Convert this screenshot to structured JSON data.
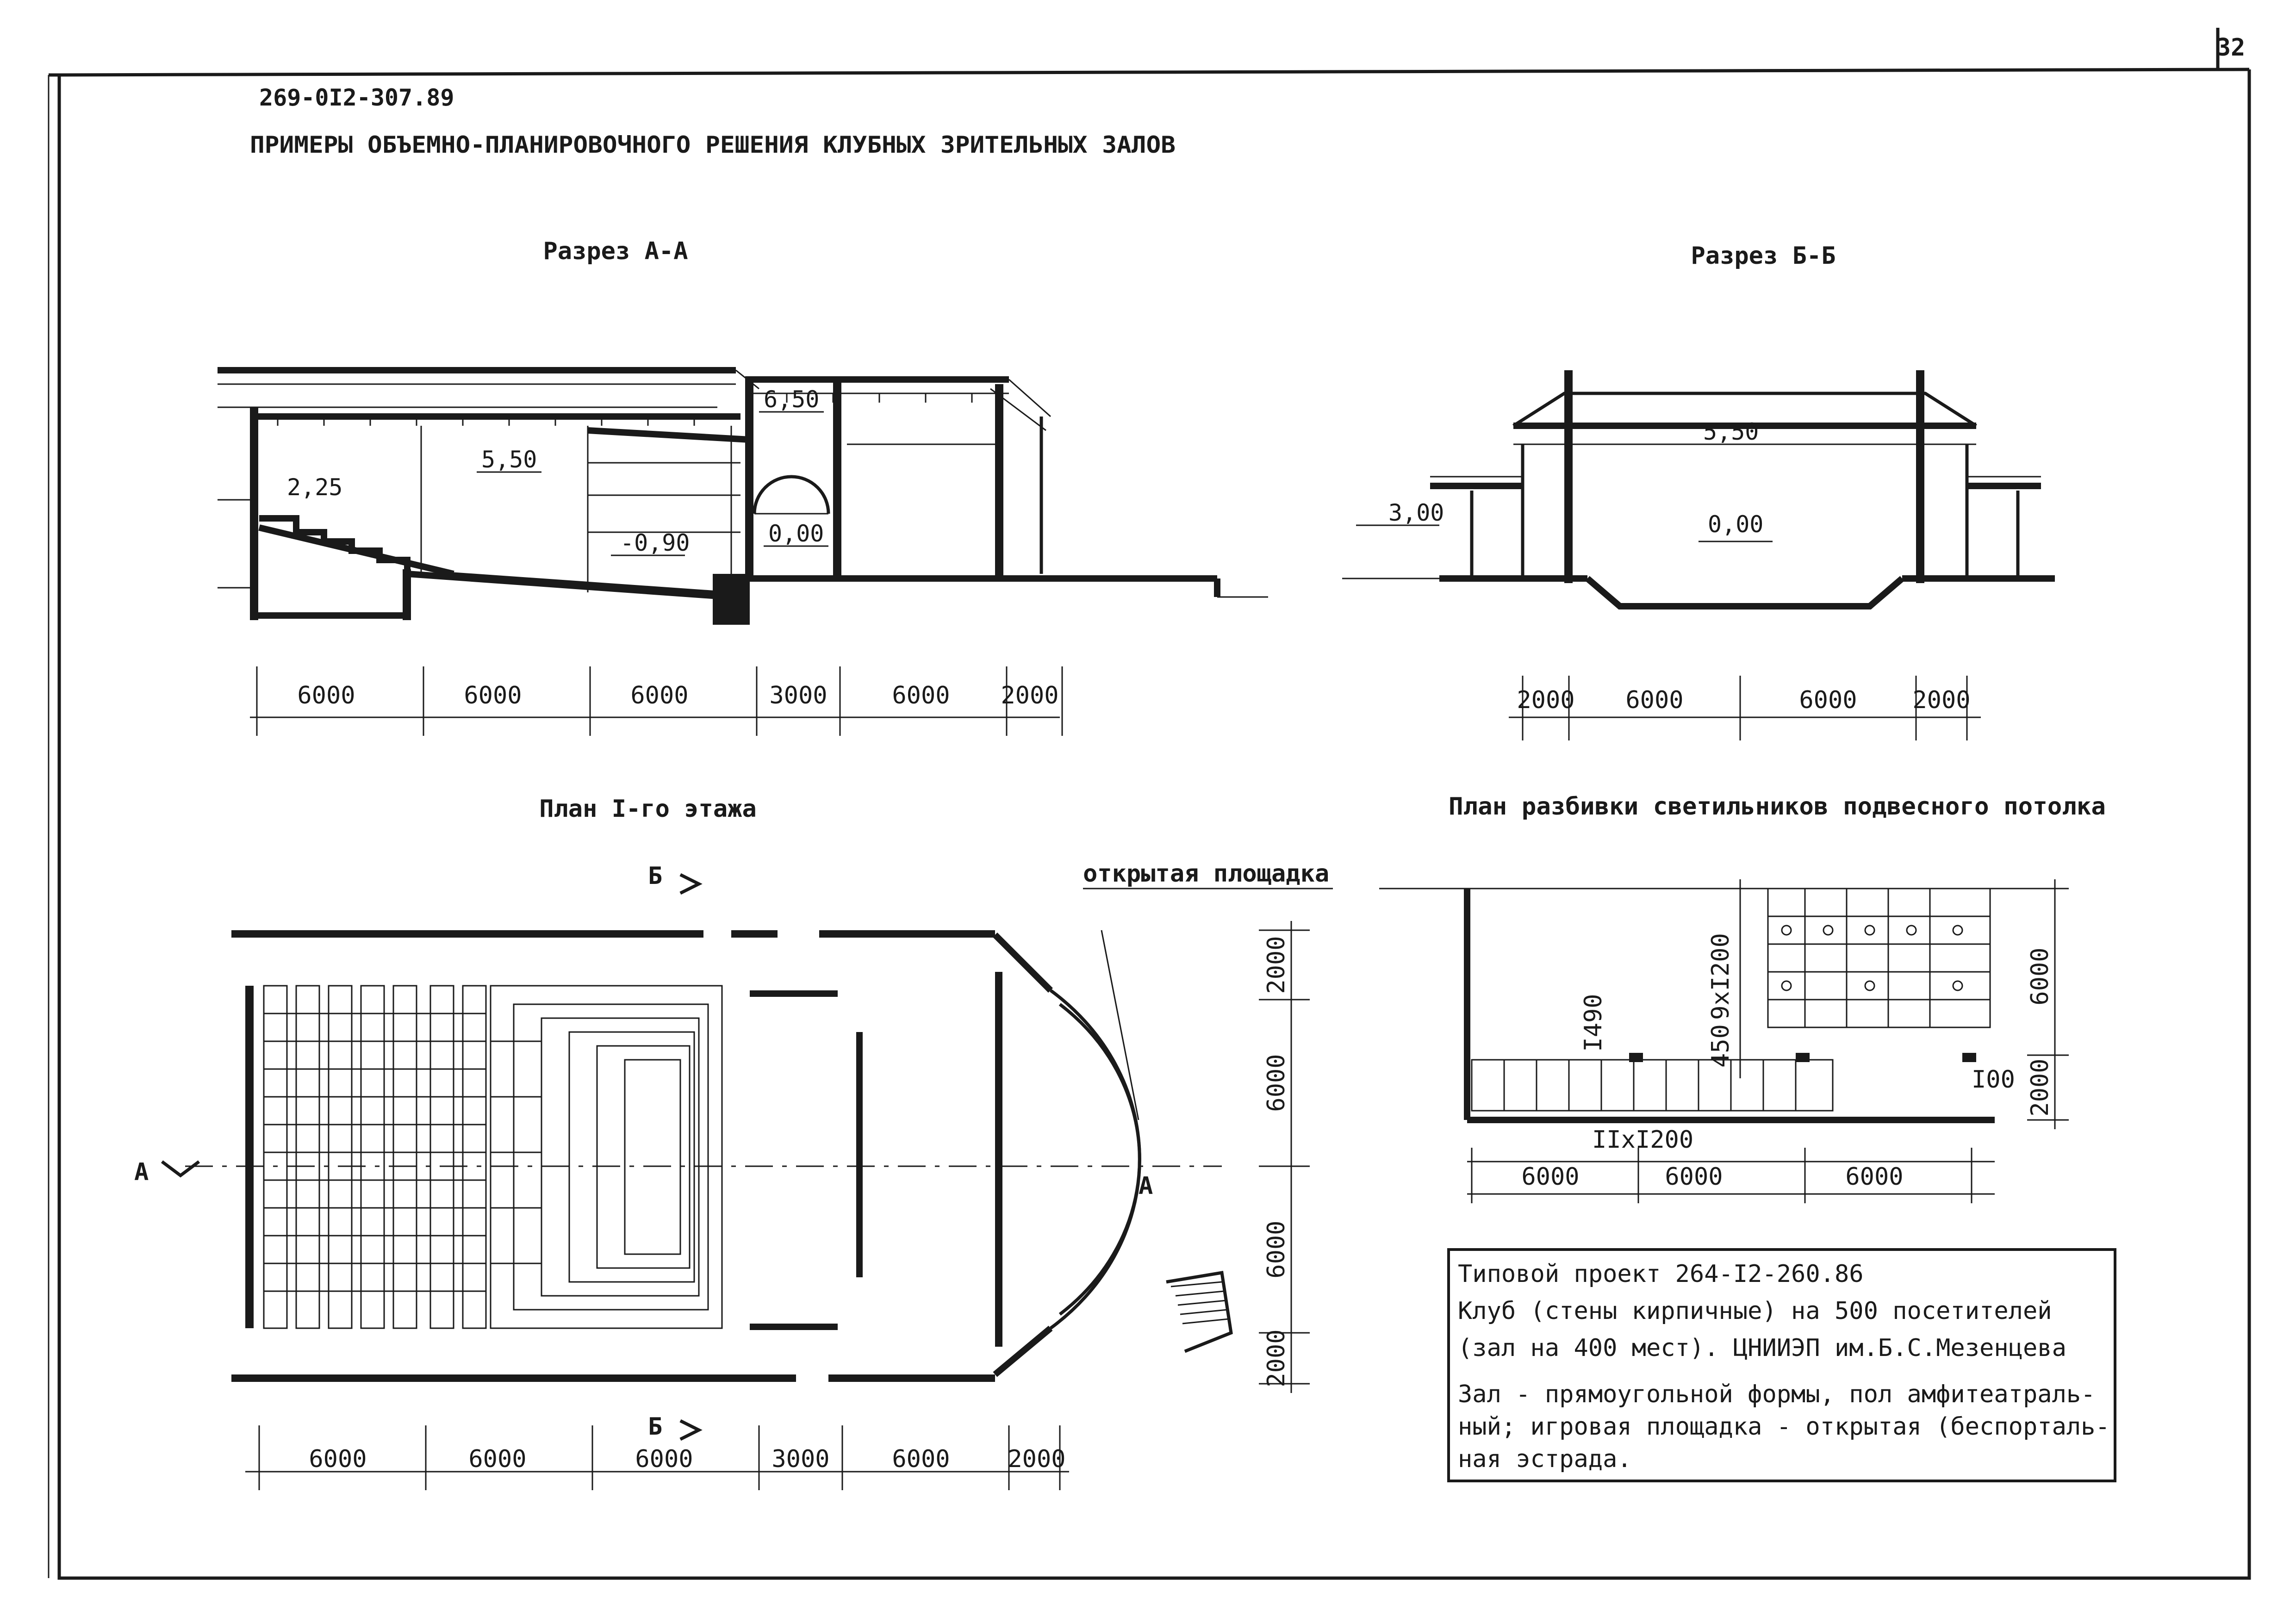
{
  "sheet": {
    "page_number": "32",
    "code": "269-0I2-307.89",
    "heading": "ПРИМЕРЫ ОБЪЕМНО-ПЛАНИРОВОЧНОГО РЕШЕНИЯ КЛУБНЫХ ЗРИТЕЛЬНЫХ ЗАЛОВ"
  },
  "section_aa": {
    "title": "Разрез А-А",
    "levels": [
      "2,25",
      "5,50",
      "6,50",
      "-0,90",
      "0,00"
    ],
    "dims": [
      "6000",
      "6000",
      "6000",
      "3000",
      "6000",
      "2000"
    ]
  },
  "section_bb": {
    "title": "Разрез Б-Б",
    "levels": [
      "5,50",
      "0,00",
      "3,00"
    ],
    "dims": [
      "2000",
      "6000",
      "6000",
      "2000"
    ]
  },
  "plan1": {
    "title": "План I-го этажа",
    "open_area_label": "открытая площадка",
    "mark_b": "Б",
    "mark_a": "А",
    "dims_bottom": [
      "6000",
      "6000",
      "6000",
      "3000",
      "6000",
      "2000"
    ],
    "dims_right": [
      "2000",
      "6000",
      "6000",
      "2000"
    ]
  },
  "ceiling": {
    "title": "План разбивки светильников подвесного потолка",
    "labels": [
      "9xI200",
      "450",
      "I490",
      "I00",
      "IIxI200"
    ],
    "dims_right": [
      "6000",
      "2000"
    ],
    "dims_bottom": [
      "6000",
      "6000",
      "6000"
    ]
  },
  "info": {
    "line1": "Типовой проект 264-I2-260.86",
    "line2": "Клуб (стены кирпичные) на 500 посетителей",
    "line3": "(зал на 400 мест). ЦНИИЭП им.Б.С.Мезенцева",
    "line4": "Зал - прямоугольной формы, пол амфитеатраль-",
    "line5": "ный; игровая площадка - открытая (беспорталь-",
    "line6": "ная эстрада."
  }
}
